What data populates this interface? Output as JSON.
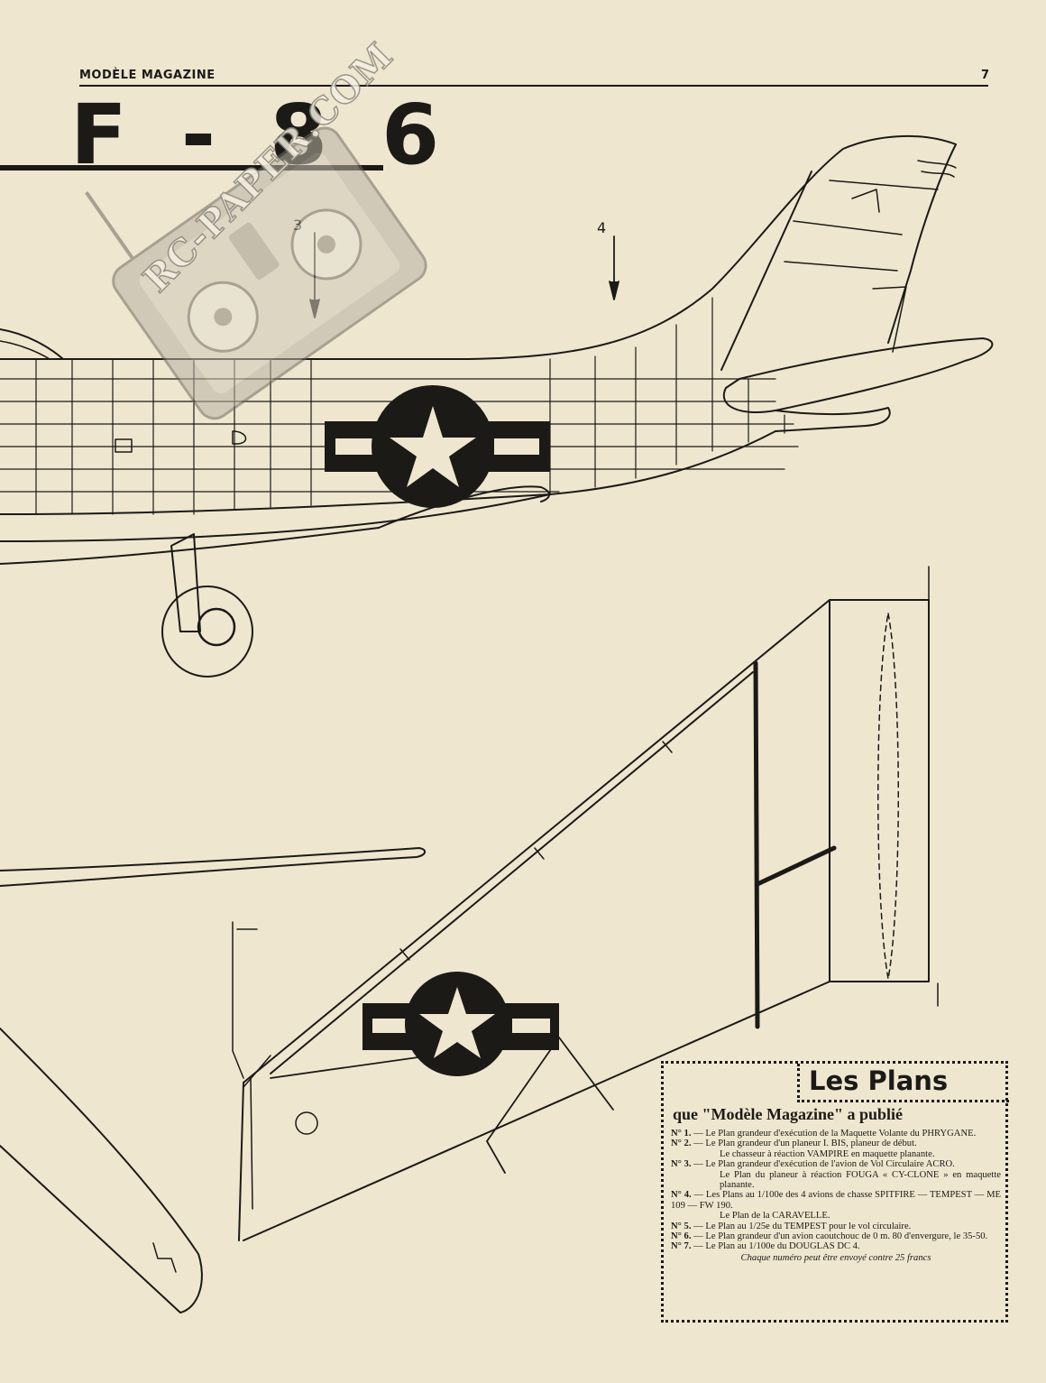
{
  "header": {
    "magazine": "MODÈLE MAGAZINE",
    "page_number": "7"
  },
  "title": "F - 8 6",
  "section_labels": [
    "3",
    "4"
  ],
  "watermark": {
    "text": "RC-PAPER.COM",
    "icon": "rc-transmitter-icon"
  },
  "plans_box": {
    "title": "Les Plans",
    "subtitle": "que \"Modèle Magazine\" a publié",
    "items": [
      {
        "num": "N° 1.",
        "text": "— Le Plan grandeur d'exécution de la Maquette Volante du PHRYGANE."
      },
      {
        "num": "N° 2.",
        "text": "— Le Plan grandeur d'un planeur I. BIS, planeur de début."
      },
      {
        "num": "",
        "text": "Le chasseur à réaction VAMPIRE en maquette planante."
      },
      {
        "num": "N° 3.",
        "text": "— Le Plan grandeur d'exécution de l'avion de Vol Circulaire ACRO."
      },
      {
        "num": "",
        "text": "Le Plan du planeur à réaction FOUGA « CY-CLONE » en maquette planante."
      },
      {
        "num": "N° 4.",
        "text": "— Les Plans au 1/100e des 4 avions de chasse SPITFIRE — TEMPEST — ME 109 — FW 190."
      },
      {
        "num": "",
        "text": "Le Plan de la CARAVELLE."
      },
      {
        "num": "N° 5.",
        "text": "— Le Plan au 1/25e du TEMPEST pour le vol circulaire."
      },
      {
        "num": "N° 6.",
        "text": "— Le Plan grandeur d'un avion caoutchouc de 0 m. 80 d'envergure, le 35-50."
      },
      {
        "num": "N° 7.",
        "text": "— Le Plan au 1/100e du DOUGLAS DC 4."
      }
    ],
    "footer": "Chaque numéro peut être envoyé contre 25 francs"
  },
  "colors": {
    "paper": "#efe6cf",
    "ink": "#1b1a17"
  }
}
